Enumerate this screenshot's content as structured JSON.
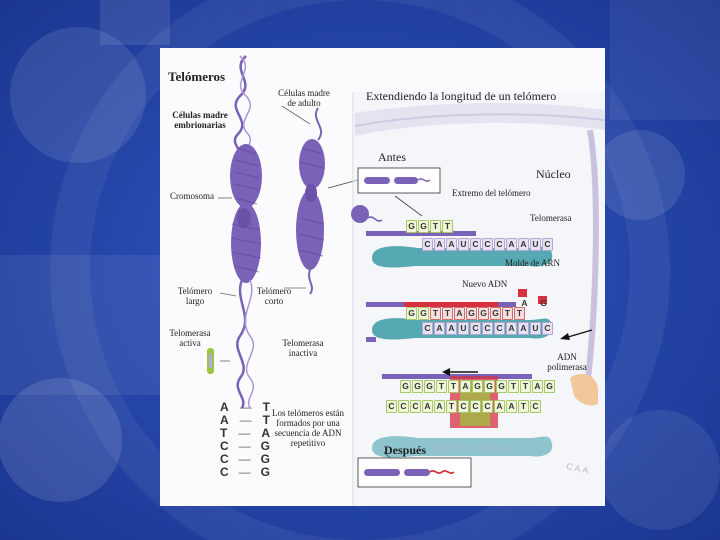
{
  "colors": {
    "background": "#1e3f9a",
    "chromosome": "#7a62b8",
    "rna": "#3a9aa6",
    "new_dna": "#d7313f",
    "primer": "#98c63c"
  },
  "left_panel": {
    "title": "Telómeros",
    "embryonic_stem_cells": "Células madre embrionarias",
    "adult_stem_cells": "Células madre de adulto",
    "chromosome": "Cromosoma",
    "long_telomere": "Telómero largo",
    "short_telomere": "Telómero corto",
    "active_telomerase": "Telomerasa activa",
    "inactive_telomerase": "Telomerasa inactiva",
    "repeat_note": "Los telómeros están formados por una secuencia de ADN repetitivo",
    "base_pairs": [
      [
        "A",
        "T"
      ],
      [
        "A",
        "T"
      ],
      [
        "T",
        "A"
      ],
      [
        "C",
        "G"
      ],
      [
        "C",
        "G"
      ],
      [
        "C",
        "G"
      ]
    ]
  },
  "right_panel": {
    "title": "Extendiendo la longitud de un telómero",
    "before": "Antes",
    "nucleus": "Núcleo",
    "telomere_end": "Extremo del telómero",
    "telomerase": "Telomerasa",
    "rna_template": "Molde de ARN",
    "new_dna": "Nuevo ADN",
    "dna_polymerase": "ADN polimerasa",
    "after": "Después",
    "seq_row1_top": [
      "G",
      "G",
      "T",
      "T"
    ],
    "seq_row1_bottom": [
      "C",
      "A",
      "A",
      "U",
      "C",
      "C",
      "C",
      "A",
      "A",
      "U",
      "C"
    ],
    "seq_row2_top": [
      "G",
      "G",
      "T",
      "T",
      "A",
      "G",
      "G",
      "G",
      "T",
      "T"
    ],
    "seq_row2_bottom": [
      "C",
      "A",
      "A",
      "U",
      "C",
      "C",
      "C",
      "A",
      "A",
      "U",
      "C"
    ],
    "seq_row2_extra": [
      "A",
      "G"
    ],
    "seq_row3_top": [
      "G",
      "G",
      "G",
      "T",
      "T",
      "A",
      "G",
      "G",
      "G",
      "T",
      "T",
      "A",
      "G"
    ],
    "seq_row3_bottom": [
      "C",
      "C",
      "C",
      "A",
      "A",
      "T",
      "C",
      "C",
      "C",
      "A",
      "A",
      "T",
      "C"
    ],
    "seq_row4_ghost": "AAUCCCAAUC",
    "seq_row4_tail": "CAA"
  }
}
